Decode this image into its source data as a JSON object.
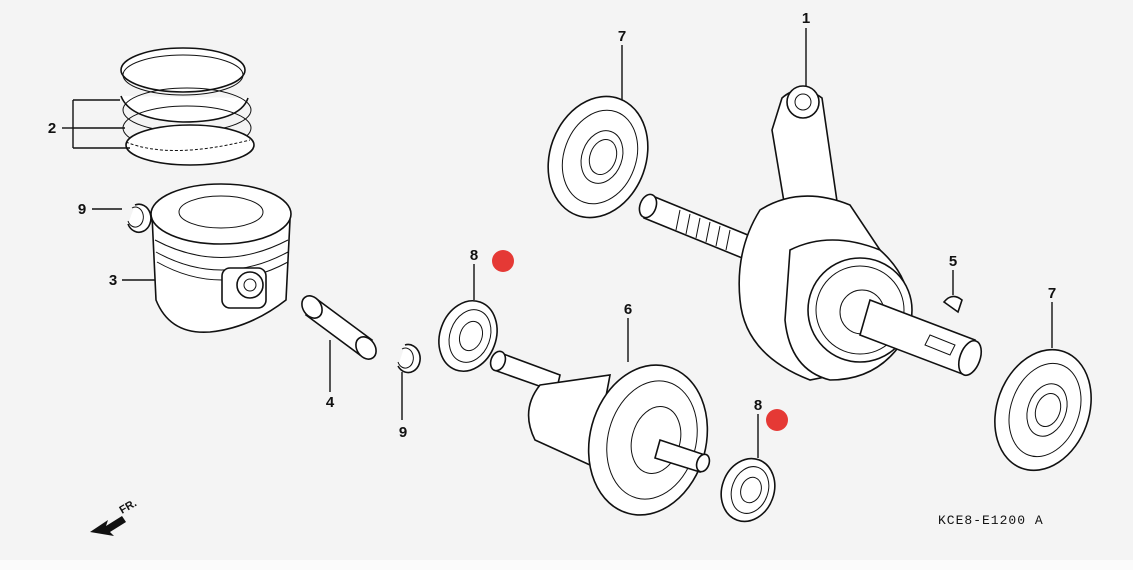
{
  "diagram": {
    "callouts": {
      "c1": "1",
      "c2": "2",
      "c3": "3",
      "c4": "4",
      "c5": "5",
      "c6": "6",
      "c7a": "7",
      "c7b": "7",
      "c8a": "8",
      "c8b": "8",
      "c9a": "9",
      "c9b": "9"
    },
    "front_arrow_label": "FR.",
    "diagram_code": "KCE8-E1200 A",
    "marker_color": "#e53935"
  }
}
